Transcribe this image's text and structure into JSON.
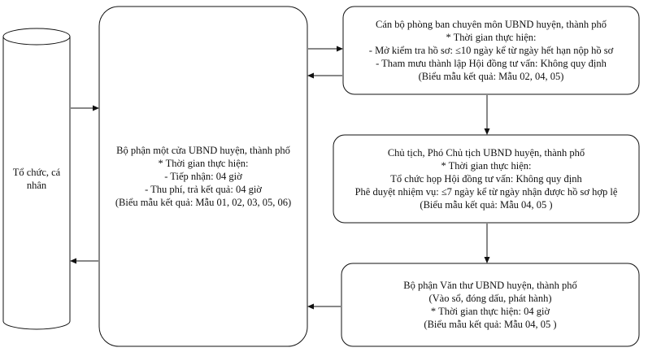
{
  "diagram": {
    "actor": {
      "lines": [
        "Tổ chức, cá",
        "nhân"
      ]
    },
    "one_stop": {
      "lines": [
        "Bộ phận một cửa UBND huyện, thành phố",
        "* Thời gian thực hiện:",
        "- Tiếp nhận: 04 giờ",
        "- Thu phí, trả kết quả: 04 giờ",
        "(Biểu mẫu kết quả: Mẫu 01, 02, 03, 05, 06)"
      ]
    },
    "department": {
      "lines": [
        "Cán bộ phòng ban chuyên môn UBND huyện, thành phố",
        "* Thời gian thực hiện:",
        "- Mở kiểm tra hồ sơ: ≤10 ngày kể từ ngày hết hạn nộp hồ sơ",
        "- Tham mưu thành lập Hội đồng tư vấn: Không quy định",
        "(Biểu mẫu kết quả: Mẫu 02, 04, 05)"
      ]
    },
    "chairman": {
      "lines": [
        "Chủ tịch, Phó Chủ tịch UBND huyện, thành phố",
        "* Thời gian thực hiện:",
        "Tổ chức họp Hội đồng tư vấn: Không quy định",
        "Phê duyệt nhiệm vụ: ≤7 ngày kể từ ngày nhận được hồ sơ hợp lệ",
        "(Biểu mẫu kết quả: Mẫu 04, 05 )"
      ]
    },
    "clerk": {
      "lines": [
        "Bộ phận Văn thư UBND huyện, thành phố",
        "(Vào sổ, đóng dấu, phát hành)",
        "* Thời gian thực hiện: 04 giờ",
        "(Biểu mẫu kết quả: Mẫu 04, 05 )"
      ]
    }
  }
}
